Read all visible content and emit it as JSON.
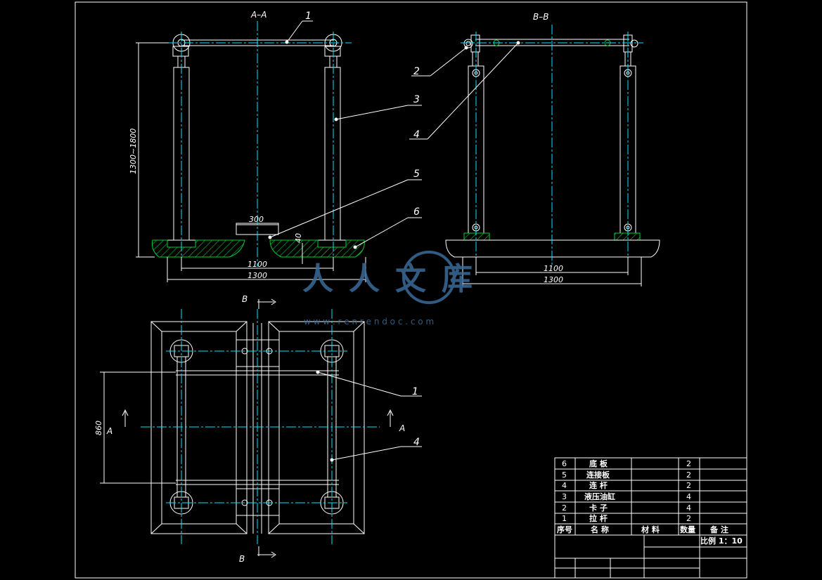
{
  "views": {
    "section_aa": "A–A",
    "section_bb": "B–B"
  },
  "dimensions": {
    "height_range": "1300~1800",
    "width_300": "300",
    "depth_40": "40",
    "width_1100_a": "1100",
    "width_1300_a": "1300",
    "width_1100_b": "1100",
    "width_1300_b": "1300",
    "plan_860": "860"
  },
  "section_marks": {
    "b_top": "B",
    "b_bottom": "B",
    "a_left": "A",
    "a_right": "A"
  },
  "balloons": {
    "aa_1": "1",
    "aa_3": "3",
    "aa_5": "5",
    "aa_6": "6",
    "bb_2": "2",
    "bb_4": "4",
    "plan_1": "1",
    "plan_4": "4"
  },
  "watermark": {
    "brand": "人人文库",
    "url": "w w w . r e n r e n d o c . c o m"
  },
  "bom": {
    "rows": [
      {
        "no": "6",
        "name": "底 板",
        "material": "",
        "qty": "2",
        "note": ""
      },
      {
        "no": "5",
        "name": "连接板",
        "material": "",
        "qty": "2",
        "note": ""
      },
      {
        "no": "4",
        "name": "连 杆",
        "material": "",
        "qty": "2",
        "note": ""
      },
      {
        "no": "3",
        "name": "液压油缸",
        "material": "",
        "qty": "4",
        "note": ""
      },
      {
        "no": "2",
        "name": "卡 子",
        "material": "",
        "qty": "4",
        "note": ""
      },
      {
        "no": "1",
        "name": "拉 杆",
        "material": "",
        "qty": "2",
        "note": ""
      }
    ],
    "header": {
      "no": "序号",
      "name": "名 称",
      "material": "材 料",
      "qty": "数量",
      "note": "备 注"
    },
    "scale_label": "比例 1：10"
  },
  "colors": {
    "background": "#000000",
    "line": "#ffffff",
    "centerline": "#00e5ff",
    "hatch": "#00cc33",
    "watermark": "#3a6c99"
  }
}
